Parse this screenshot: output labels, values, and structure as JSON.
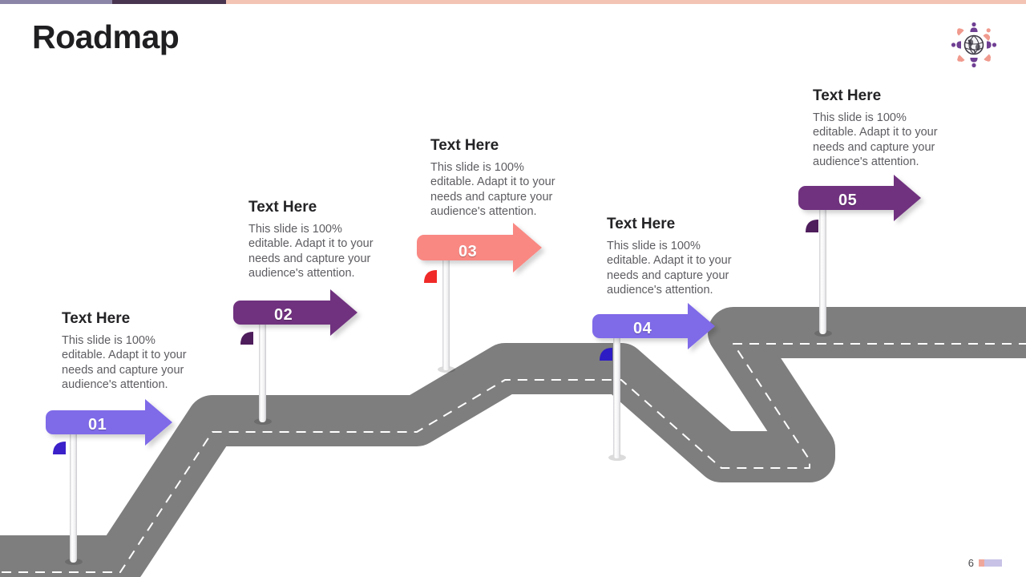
{
  "slide": {
    "title": "Roadmap",
    "page_number": "6",
    "background_color": "#ffffff"
  },
  "topbar": {
    "segments": [
      {
        "name": "muted-violet",
        "color": "#8b86a8"
      },
      {
        "name": "deep-plum",
        "color": "#4a3550"
      },
      {
        "name": "pale-salmon",
        "color": "#f3c3b4"
      }
    ]
  },
  "logo": {
    "name": "globe-people-logo",
    "globe_color": "#3f3b46",
    "person_colors": [
      "#6f3f93",
      "#f09a8e"
    ]
  },
  "road": {
    "surface_color": "#7e7e7e",
    "centerline_color": "#ffffff",
    "centerline_style": "dashed"
  },
  "footer_bars": {
    "bar1_color": "#f0a79b",
    "bar2_color": "#c7c2e6"
  },
  "steps": [
    {
      "number": "01",
      "heading": "Text Here",
      "body": "This slide is 100% editable. Adapt it to your needs and capture your audience's attention.",
      "flag_color": "#7f6be8",
      "fold_color": "#3a21c9"
    },
    {
      "number": "02",
      "heading": "Text Here",
      "body": "This slide is 100% editable. Adapt it to your needs and capture your audience's attention.",
      "flag_color": "#70307f",
      "fold_color": "#4e1d5c"
    },
    {
      "number": "03",
      "heading": "Text Here",
      "body": "This slide is 100% editable. Adapt it to your needs and capture your audience's attention.",
      "flag_color": "#f98883",
      "fold_color": "#ef2a28"
    },
    {
      "number": "04",
      "heading": "Text Here",
      "body": "This slide is 100% editable. Adapt it to your needs and capture your audience's attention.",
      "flag_color": "#7f6be8",
      "fold_color": "#2d1bc4"
    },
    {
      "number": "05",
      "heading": "Text Here",
      "body": "This slide is 100% editable. Adapt it to your needs and capture your audience's attention.",
      "flag_color": "#70307f",
      "fold_color": "#4e1d5c"
    }
  ]
}
